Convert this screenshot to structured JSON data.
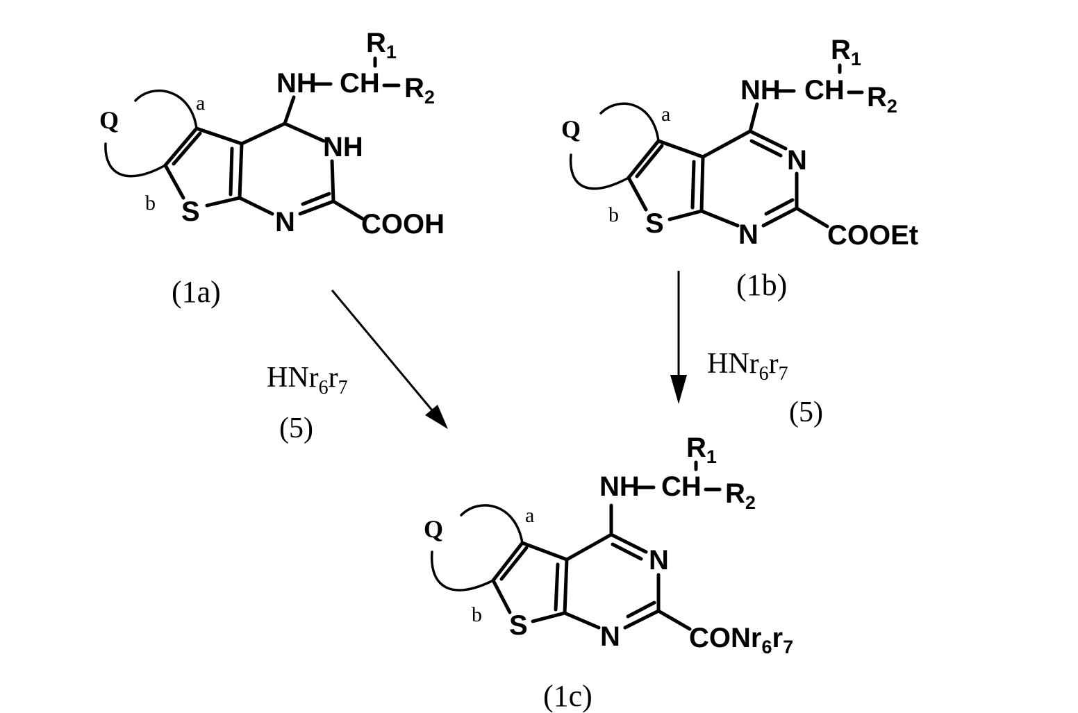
{
  "compounds": {
    "c1a": {
      "label": "(1a)",
      "ring_labels": {
        "q": "Q",
        "a": "a",
        "b": "b",
        "s": "S",
        "n": "N",
        "nh": "NH"
      },
      "side_chain": {
        "nh": "NH",
        "ch": "CH",
        "r1": "R",
        "r1_sub": "1",
        "r2": "R",
        "r2_sub": "2"
      },
      "substituent": "COOH"
    },
    "c1b": {
      "label": "(1b)",
      "ring_labels": {
        "q": "Q",
        "a": "a",
        "b": "b",
        "s": "S",
        "n3": "N",
        "n1": "N"
      },
      "side_chain": {
        "nh": "NH",
        "ch": "CH",
        "r1": "R",
        "r1_sub": "1",
        "r2": "R",
        "r2_sub": "2"
      },
      "substituent": "COOEt"
    },
    "c1c": {
      "label": "(1c)",
      "ring_labels": {
        "q": "Q",
        "a": "a",
        "b": "b",
        "s": "S",
        "n3": "N",
        "n1": "N"
      },
      "side_chain": {
        "nh": "NH",
        "ch": "CH",
        "r1": "R",
        "r1_sub": "1",
        "r2": "R",
        "r2_sub": "2"
      },
      "substituent": {
        "main": "CONr",
        "sub1": "6",
        "mid": "r",
        "sub2": "7"
      }
    }
  },
  "reagents": {
    "left": {
      "prefix": "HNr",
      "sub1": "6",
      "mid": "r",
      "sub2": "7",
      "number": "(5)"
    },
    "right": {
      "prefix": "HNr",
      "sub1": "6",
      "mid": "r",
      "sub2": "7",
      "number": "(5)"
    }
  }
}
